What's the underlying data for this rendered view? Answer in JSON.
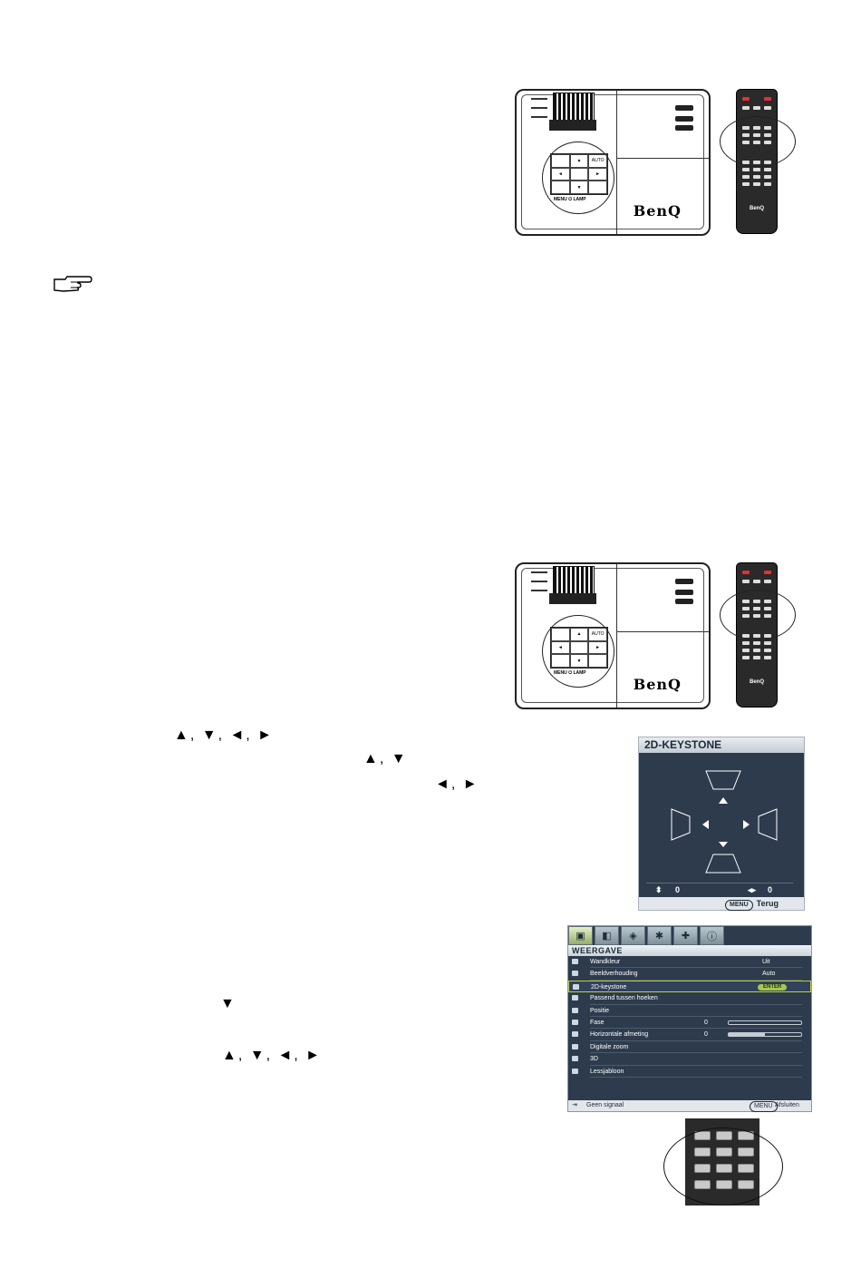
{
  "illustrations": {
    "projector_brand": "BenQ",
    "remote_brand": "BenQ",
    "projector_controls": [
      "",
      "▲",
      "AUTO",
      "◄",
      "",
      "►",
      "",
      "▼",
      ""
    ],
    "projector_footer": "MENU   ⏻   LAMP"
  },
  "note_icon": "pointing-hand-icon",
  "arrows_line_1": "▲, ▼, ◄, ►",
  "arrows_line_2": "▲, ▼",
  "arrows_line_3": "◄, ►",
  "arrows_line_4": "▼",
  "arrows_line_5": "▲, ▼, ◄, ►",
  "keystone_osd": {
    "title": "2D-KEYSTONE",
    "vertical_value": "0",
    "horizontal_value": "0",
    "menu_button": "MENU",
    "back_label": "Terug"
  },
  "menu_osd": {
    "title": "WEERGAVE",
    "rows": [
      {
        "label": "Wandkleur",
        "value": "Uit"
      },
      {
        "label": "Beeldverhouding",
        "value": "Auto"
      },
      {
        "label": "2D-keystone",
        "value": "ENTER"
      },
      {
        "label": "Passend tussen hoeken",
        "value": ""
      },
      {
        "label": "Positie",
        "value": ""
      },
      {
        "label": "Fase",
        "value": "0"
      },
      {
        "label": "Horizontale afmeting",
        "value": "0"
      },
      {
        "label": "Digitale zoom",
        "value": ""
      },
      {
        "label": "3D",
        "value": ""
      },
      {
        "label": "Lessjabloon",
        "value": ""
      }
    ],
    "phase_level": 0.0,
    "hsize_level": 0.5,
    "footer_left": "Geen signaal",
    "footer_button": "MENU",
    "footer_right": "Afsluiten"
  }
}
